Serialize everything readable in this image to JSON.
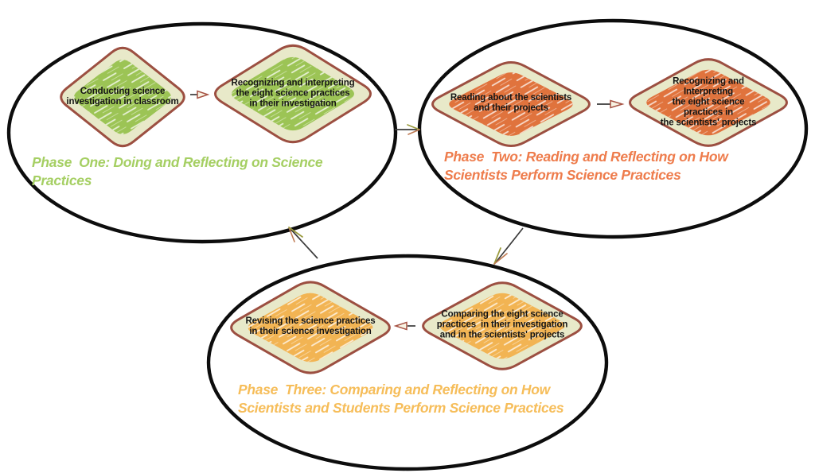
{
  "title": "Three-phase science practices learning cycle",
  "colors": {
    "background": "#ffffff",
    "ellipse_stroke": "#0d0d0d",
    "diamond_border": "#9c4f41",
    "diamond_band": "#e8e9c9",
    "green_fill": "#9cc455",
    "orange_fill": "#e0733d",
    "yellow_fill": "#f2b453",
    "phase_one_label": "#a5cf63",
    "phase_two_label": "#ee7c4c",
    "phase_three_label": "#f6bd59",
    "connector_line": "#3a3a3a",
    "arrowhead_outline": "#a65243",
    "arrowhead_fill": "#f8f3e3",
    "sketch_olive": "#9a9a3c",
    "sketch_brown": "#bf7a52",
    "node_text": "#161616"
  },
  "phases": [
    {
      "name": "Phase One",
      "label": "Phase  One: Doing and Reflecting on Science\nPractices",
      "nodes": [
        {
          "text": "Conducting science\ninvestigation in classroom"
        },
        {
          "text": "Recognizing and interpreting\nthe eight science practices\nin their investigation"
        }
      ]
    },
    {
      "name": "Phase Two",
      "label": "Phase  Two: Reading and Reflecting on How\nScientists Perform Science Practices",
      "nodes": [
        {
          "text": "Reading about the scientists\nand their projects"
        },
        {
          "text": "Recognizing and Interpreting\nthe eight science practices in\nthe scientists' projects"
        }
      ]
    },
    {
      "name": "Phase Three",
      "label": "Phase  Three: Comparing and Reflecting on How\nScientists and Students Perform Science Practices",
      "nodes": [
        {
          "text": "Revising the science practices\nin their science investigation"
        },
        {
          "text": "Comparing the eight science\npractices  in their investigation\nand in the scientists' projects"
        }
      ]
    }
  ]
}
